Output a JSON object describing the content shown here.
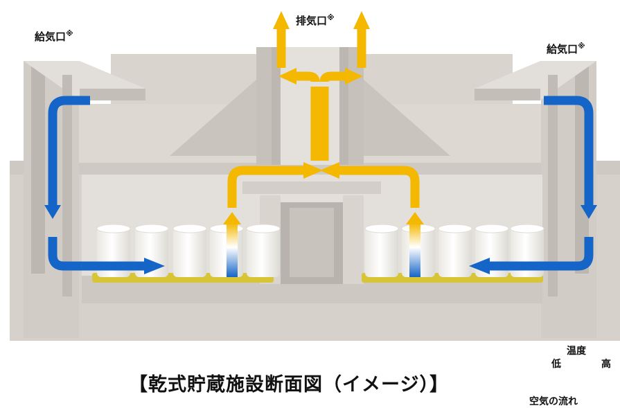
{
  "diagram": {
    "caption": "【乾式貯蔵施設断面図（イメージ）】",
    "labels": {
      "supply_left": "給気口",
      "supply_left_mark": "※",
      "exhaust": "排気口",
      "exhaust_mark": "※",
      "supply_right": "給気口",
      "supply_right_mark": "※"
    },
    "legend": {
      "temperature": "温度",
      "low": "低",
      "high": "高",
      "airflow": "空気の流れ"
    },
    "colors": {
      "cool_air": "#1565c8",
      "warm_air": "#f5b800",
      "concrete": "#d6d1cb",
      "canister": "#f7f6f2",
      "base_pad": "#d8c437"
    }
  }
}
